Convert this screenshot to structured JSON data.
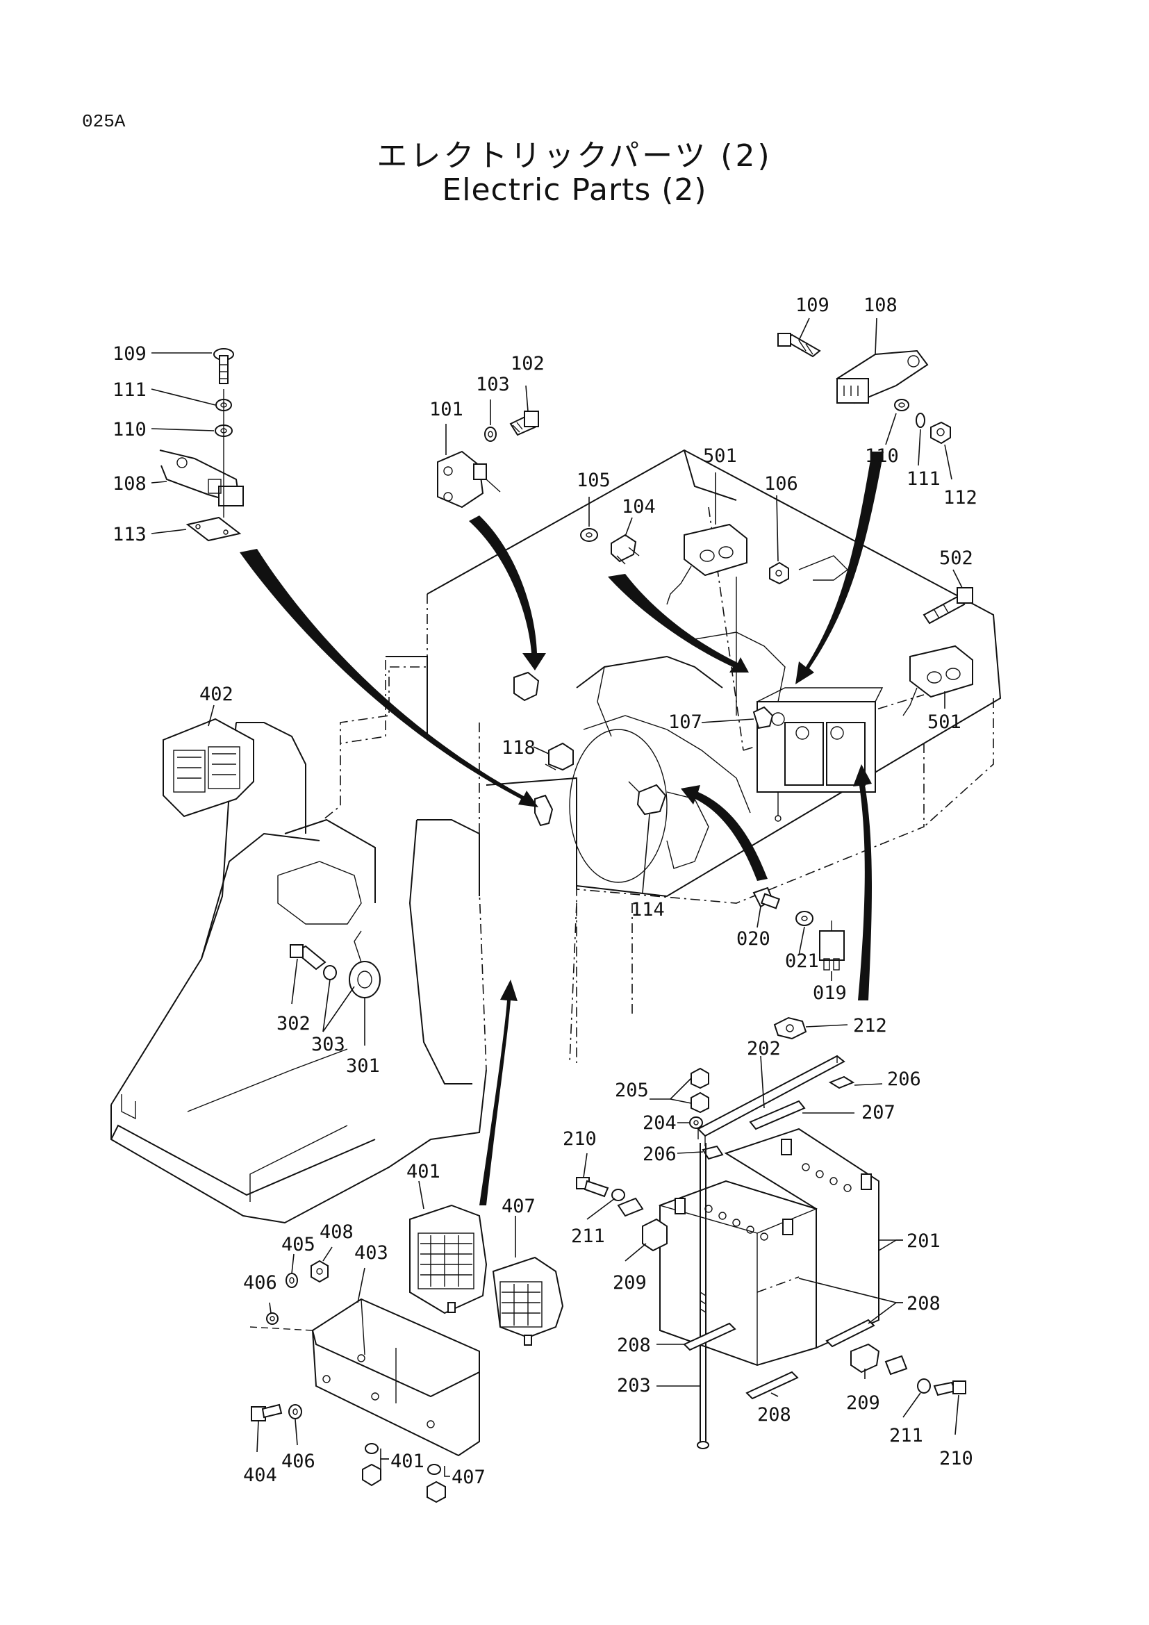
{
  "page": {
    "code": "025A",
    "title_jp": "エレクトリックパーツ (2)",
    "title_en": "Electric Parts (2)"
  },
  "part_labels": [
    {
      "id": "l109a",
      "text": "109"
    },
    {
      "id": "l111a",
      "text": "111"
    },
    {
      "id": "l110a",
      "text": "110"
    },
    {
      "id": "l108a",
      "text": "108"
    },
    {
      "id": "l113",
      "text": "113"
    },
    {
      "id": "l101",
      "text": "101"
    },
    {
      "id": "l103",
      "text": "103"
    },
    {
      "id": "l102",
      "text": "102"
    },
    {
      "id": "l109b",
      "text": "109"
    },
    {
      "id": "l108b",
      "text": "108"
    },
    {
      "id": "l110b",
      "text": "110"
    },
    {
      "id": "l111b",
      "text": "111"
    },
    {
      "id": "l112",
      "text": "112"
    },
    {
      "id": "l105",
      "text": "105"
    },
    {
      "id": "l104",
      "text": "104"
    },
    {
      "id": "l501a",
      "text": "501"
    },
    {
      "id": "l106",
      "text": "106"
    },
    {
      "id": "l502",
      "text": "502"
    },
    {
      "id": "l501b",
      "text": "501"
    },
    {
      "id": "l402",
      "text": "402"
    },
    {
      "id": "l118",
      "text": "118"
    },
    {
      "id": "l107",
      "text": "107"
    },
    {
      "id": "l114",
      "text": "114"
    },
    {
      "id": "l020",
      "text": "020"
    },
    {
      "id": "l021",
      "text": "021"
    },
    {
      "id": "l019",
      "text": "019"
    },
    {
      "id": "l212",
      "text": "212"
    },
    {
      "id": "l302",
      "text": "302"
    },
    {
      "id": "l303",
      "text": "303"
    },
    {
      "id": "l301",
      "text": "301"
    },
    {
      "id": "l202",
      "text": "202"
    },
    {
      "id": "l206a",
      "text": "206"
    },
    {
      "id": "l205",
      "text": "205"
    },
    {
      "id": "l207",
      "text": "207"
    },
    {
      "id": "l204",
      "text": "204"
    },
    {
      "id": "l210a",
      "text": "210"
    },
    {
      "id": "l206b",
      "text": "206"
    },
    {
      "id": "l401a",
      "text": "401"
    },
    {
      "id": "l407a",
      "text": "407"
    },
    {
      "id": "l201",
      "text": "201"
    },
    {
      "id": "l408",
      "text": "408"
    },
    {
      "id": "l405",
      "text": "405"
    },
    {
      "id": "l403",
      "text": "403"
    },
    {
      "id": "l211a",
      "text": "211"
    },
    {
      "id": "l406a",
      "text": "406"
    },
    {
      "id": "l209a",
      "text": "209"
    },
    {
      "id": "l208a",
      "text": "208"
    },
    {
      "id": "l208b",
      "text": "208"
    },
    {
      "id": "l203",
      "text": "203"
    },
    {
      "id": "l208c",
      "text": "208"
    },
    {
      "id": "l209b",
      "text": "209"
    },
    {
      "id": "l211b",
      "text": "211"
    },
    {
      "id": "l210b",
      "text": "210"
    },
    {
      "id": "l404",
      "text": "404"
    },
    {
      "id": "l406b",
      "text": "406"
    },
    {
      "id": "l401b",
      "text": "401"
    },
    {
      "id": "l407b",
      "text": "407"
    }
  ]
}
